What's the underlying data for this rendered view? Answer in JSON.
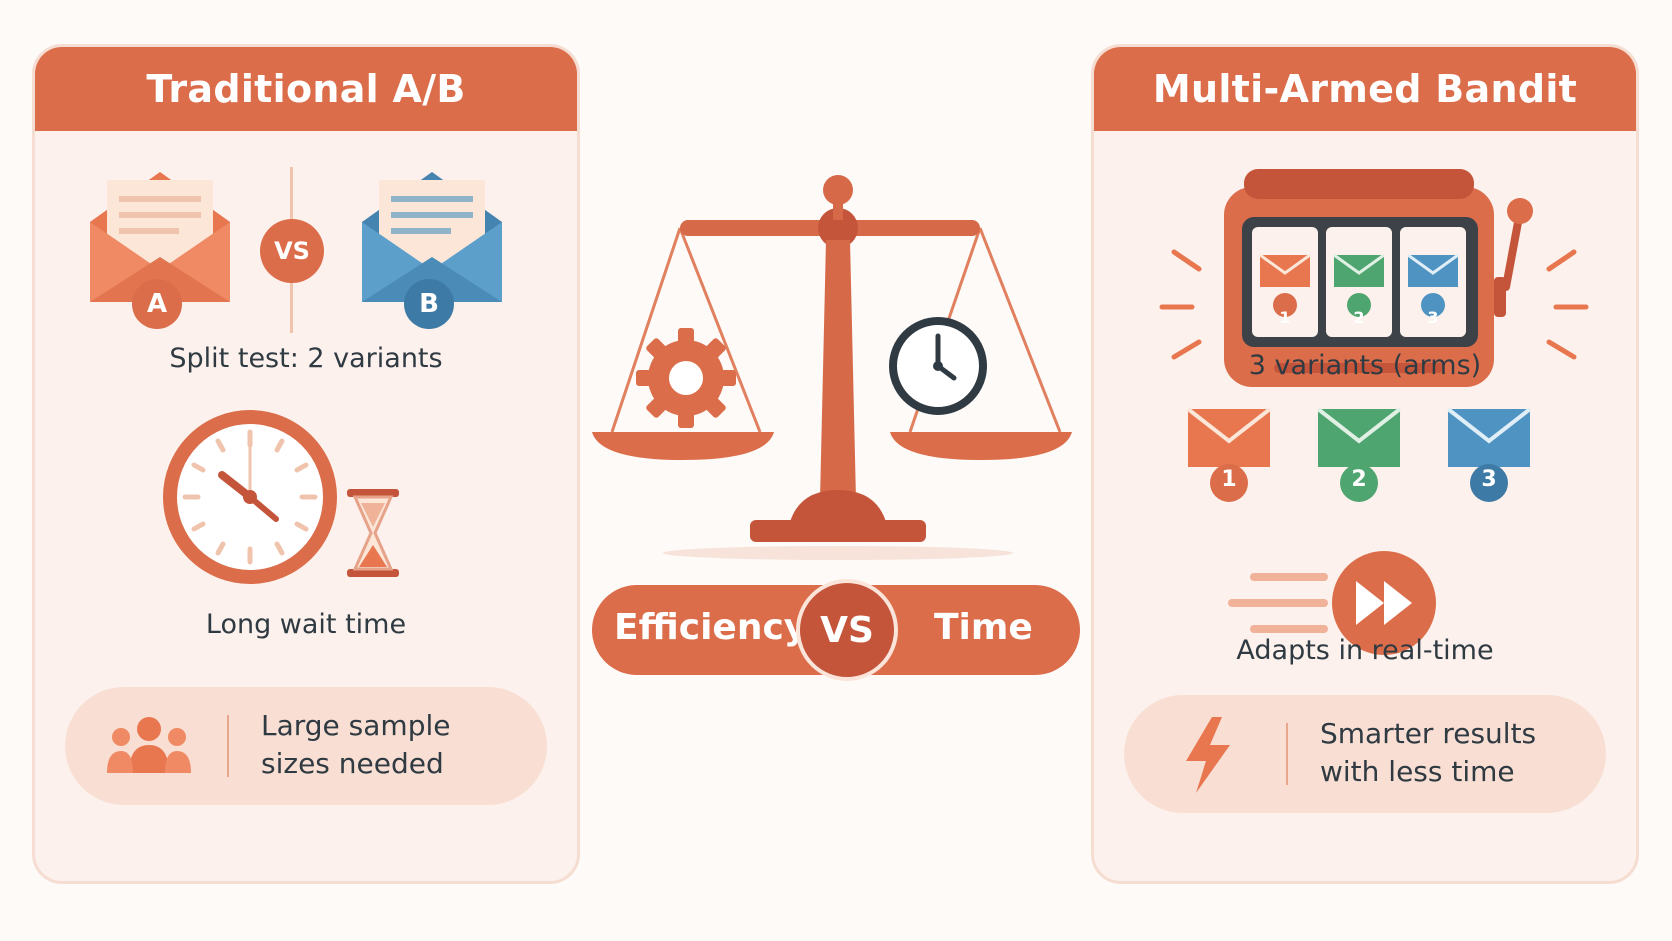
{
  "left_panel": {
    "title": "Traditional A/B",
    "variant_a": "A",
    "variant_b": "B",
    "vs": "VS",
    "split_caption": "Split test: 2 variants",
    "wait_caption": "Long wait time",
    "info_line1": "Large sample",
    "info_line2": "sizes needed",
    "icons": [
      "envelope-icon",
      "clock-icon",
      "hourglass-icon",
      "people-icon"
    ]
  },
  "center": {
    "left_label": "Efficiency",
    "vs": "VS",
    "right_label": "Time",
    "icons": [
      "scale-icon",
      "gear-icon",
      "clock-icon"
    ]
  },
  "right_panel": {
    "title": "Multi-Armed Bandit",
    "arms": [
      "1",
      "2",
      "3"
    ],
    "slot_arms": [
      "1",
      "2",
      "3"
    ],
    "variants_caption": "3 variants (arms)",
    "adapt_caption": "Adapts in real-time",
    "info_line1": "Smarter results",
    "info_line2": "with less time",
    "icons": [
      "slot-machine-icon",
      "envelope-icon",
      "fast-forward-icon",
      "lightning-icon"
    ]
  },
  "colors": {
    "accent": "#dc6d4a",
    "accent_dark": "#c5553a",
    "blue": "#4f93c2",
    "green": "#4fa56f",
    "panel_bg": "#fcf1ec",
    "text": "#2f3a42"
  }
}
